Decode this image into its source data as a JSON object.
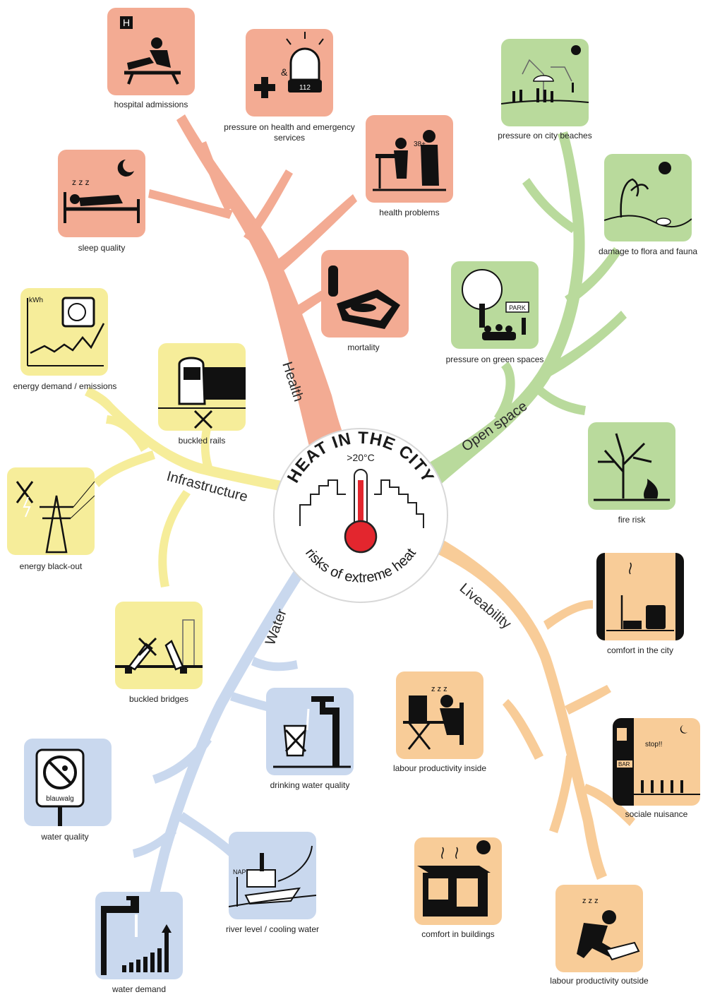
{
  "center": {
    "title": "HEAT IN THE CITY",
    "temperature": ">20°C",
    "subtitle": "risks of extreme heat"
  },
  "colors": {
    "health": "#f3ab93",
    "openspace": "#b9da9c",
    "liveability": "#f8cc98",
    "water": "#c9d8ee",
    "infrastructure": "#f6ed9a"
  },
  "branches": {
    "health": "Health",
    "openspace": "Open space",
    "liveability": "Liveability",
    "water": "Water",
    "infrastructure": "Infrastructure"
  },
  "tiles": [
    {
      "label": "hospital admissions",
      "icon": "massage-bed-icon",
      "branch": "health"
    },
    {
      "label": "pressure on health and emergency services",
      "icon": "siren-cross-icon",
      "branch": "health"
    },
    {
      "label": "health problems",
      "icon": "doctor-patient-icon",
      "branch": "health"
    },
    {
      "label": "sleep quality",
      "icon": "bed-moon-icon",
      "branch": "health"
    },
    {
      "label": "mortality",
      "icon": "coffin-icon",
      "branch": "health"
    },
    {
      "label": "pressure on city beaches",
      "icon": "beach-crowd-icon",
      "branch": "openspace"
    },
    {
      "label": "damage to flora and fauna",
      "icon": "wilted-plant-icon",
      "branch": "openspace"
    },
    {
      "label": "pressure on green spaces",
      "icon": "park-crowd-icon",
      "branch": "openspace"
    },
    {
      "label": "fire risk",
      "icon": "tree-fire-icon",
      "branch": "openspace"
    },
    {
      "label": "energy demand / emissions",
      "icon": "aircon-graph-icon",
      "branch": "infrastructure"
    },
    {
      "label": "buckled rails",
      "icon": "tram-rails-icon",
      "branch": "infrastructure"
    },
    {
      "label": "energy black-out",
      "icon": "power-pylon-icon",
      "branch": "infrastructure"
    },
    {
      "label": "buckled bridges",
      "icon": "bridge-icon",
      "branch": "infrastructure"
    },
    {
      "label": "comfort in the city",
      "icon": "street-heat-icon",
      "branch": "liveability"
    },
    {
      "label": "labour productivity inside",
      "icon": "desk-worker-icon",
      "branch": "liveability"
    },
    {
      "label": "sociale nuisance",
      "icon": "bar-noise-icon",
      "branch": "liveability"
    },
    {
      "label": "comfort in buildings",
      "icon": "house-sun-icon",
      "branch": "liveability"
    },
    {
      "label": "labour productivity outside",
      "icon": "kneeling-worker-icon",
      "branch": "liveability"
    },
    {
      "label": "drinking water quality",
      "icon": "tap-glass-icon",
      "branch": "water"
    },
    {
      "label": "water quality",
      "icon": "no-swimming-sign-icon",
      "branch": "water",
      "sign_text": "blauwalg"
    },
    {
      "label": "river level / cooling water",
      "icon": "river-ship-icon",
      "branch": "water",
      "sign_text": "NAP"
    },
    {
      "label": "water demand",
      "icon": "tap-bars-icon",
      "branch": "water"
    }
  ],
  "icon_text": {
    "hospital_sign": "H",
    "emergency_number": "112",
    "fever": "38+",
    "energy_unit": "kWh",
    "park_sign": "PARK",
    "bar_sign": "BAR",
    "shout": "stop!!",
    "amp": "&"
  }
}
